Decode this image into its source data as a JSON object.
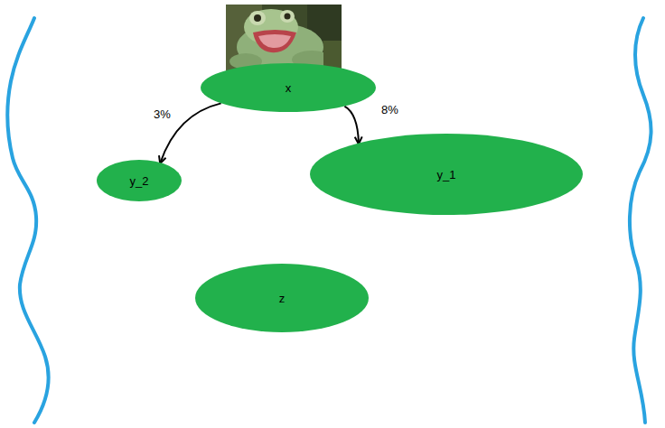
{
  "diagram": {
    "nodes": [
      {
        "text": [
          "x"
        ]
      },
      {
        "text": [
          "y_2"
        ]
      },
      {
        "text": [
          "y_1"
        ]
      },
      {
        "text": [
          "z"
        ]
      }
    ],
    "edges": [
      {
        "from": 0,
        "to": 1,
        "arrow": "to",
        "label": "3%"
      },
      {
        "from": 0,
        "to": 2,
        "arrow": "to",
        "label": "8%"
      }
    ]
  }
}
